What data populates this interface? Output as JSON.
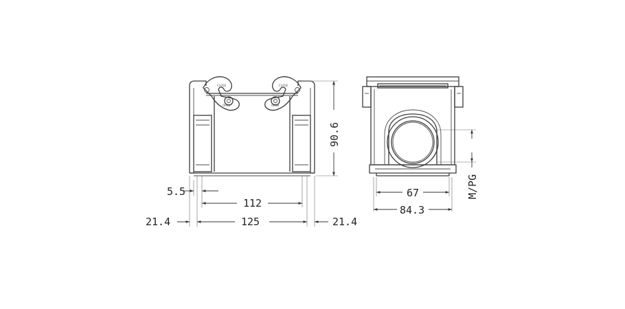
{
  "dimensions": {
    "offset_small": "5.5",
    "inner_width": "112",
    "overall_width": "125",
    "overhang_left": "21.4",
    "overhang_right": "21.4",
    "height": "90.6",
    "side_inner": "67",
    "side_overall": "84.3",
    "thread": "M/PG"
  },
  "lever_marks": {
    "left_close": "CLOSE",
    "left_open": "OPEN",
    "right_close": "CLOSE",
    "right_open": "OPEN"
  }
}
